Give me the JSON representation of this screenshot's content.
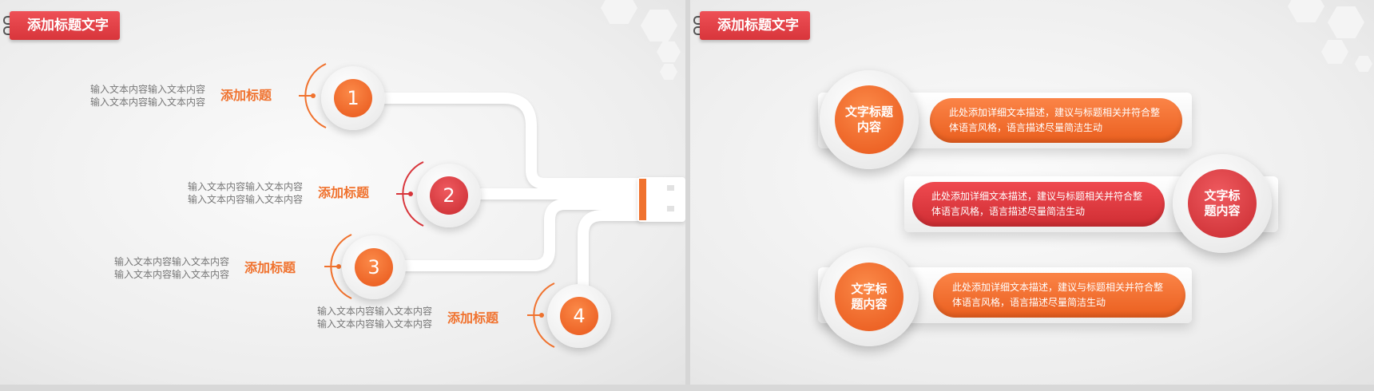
{
  "left": {
    "title": "添加标题文字",
    "items": [
      {
        "num": "1",
        "title": "添加标题",
        "desc1": "输入文本内容输入文本内容",
        "desc2": "输入文本内容输入文本内容"
      },
      {
        "num": "2",
        "title": "添加标题",
        "desc1": "输入文本内容输入文本内容",
        "desc2": "输入文本内容输入文本内容"
      },
      {
        "num": "3",
        "title": "添加标题",
        "desc1": "输入文本内容输入文本内容",
        "desc2": "输入文本内容输入文本内容"
      },
      {
        "num": "4",
        "title": "添加标题",
        "desc1": "输入文本内容输入文本内容",
        "desc2": "输入文本内容输入文本内容"
      }
    ]
  },
  "right": {
    "title": "添加标题文字",
    "rows": [
      {
        "circle1": "文字标题",
        "circle2": "内容",
        "line1": "此处添加详细文本描述，建议与标题相关并符合整",
        "line2": "体语言风格，语言描述尽量简洁生动"
      },
      {
        "circle1": "文字标",
        "circle2": "题内容",
        "line1": "此处添加详细文本描述，建议与标题相关并符合整",
        "line2": "体语言风格，语言描述尽量简洁生动"
      },
      {
        "circle1": "文字标",
        "circle2": "题内容",
        "line1": "此处添加详细文本描述，建议与标题相关并符合整",
        "line2": "体语言风格，语言描述尽量简洁生动"
      }
    ]
  },
  "colors": {
    "orange": "#f0722e",
    "red": "#d8353b",
    "tab": "#e4444a"
  }
}
